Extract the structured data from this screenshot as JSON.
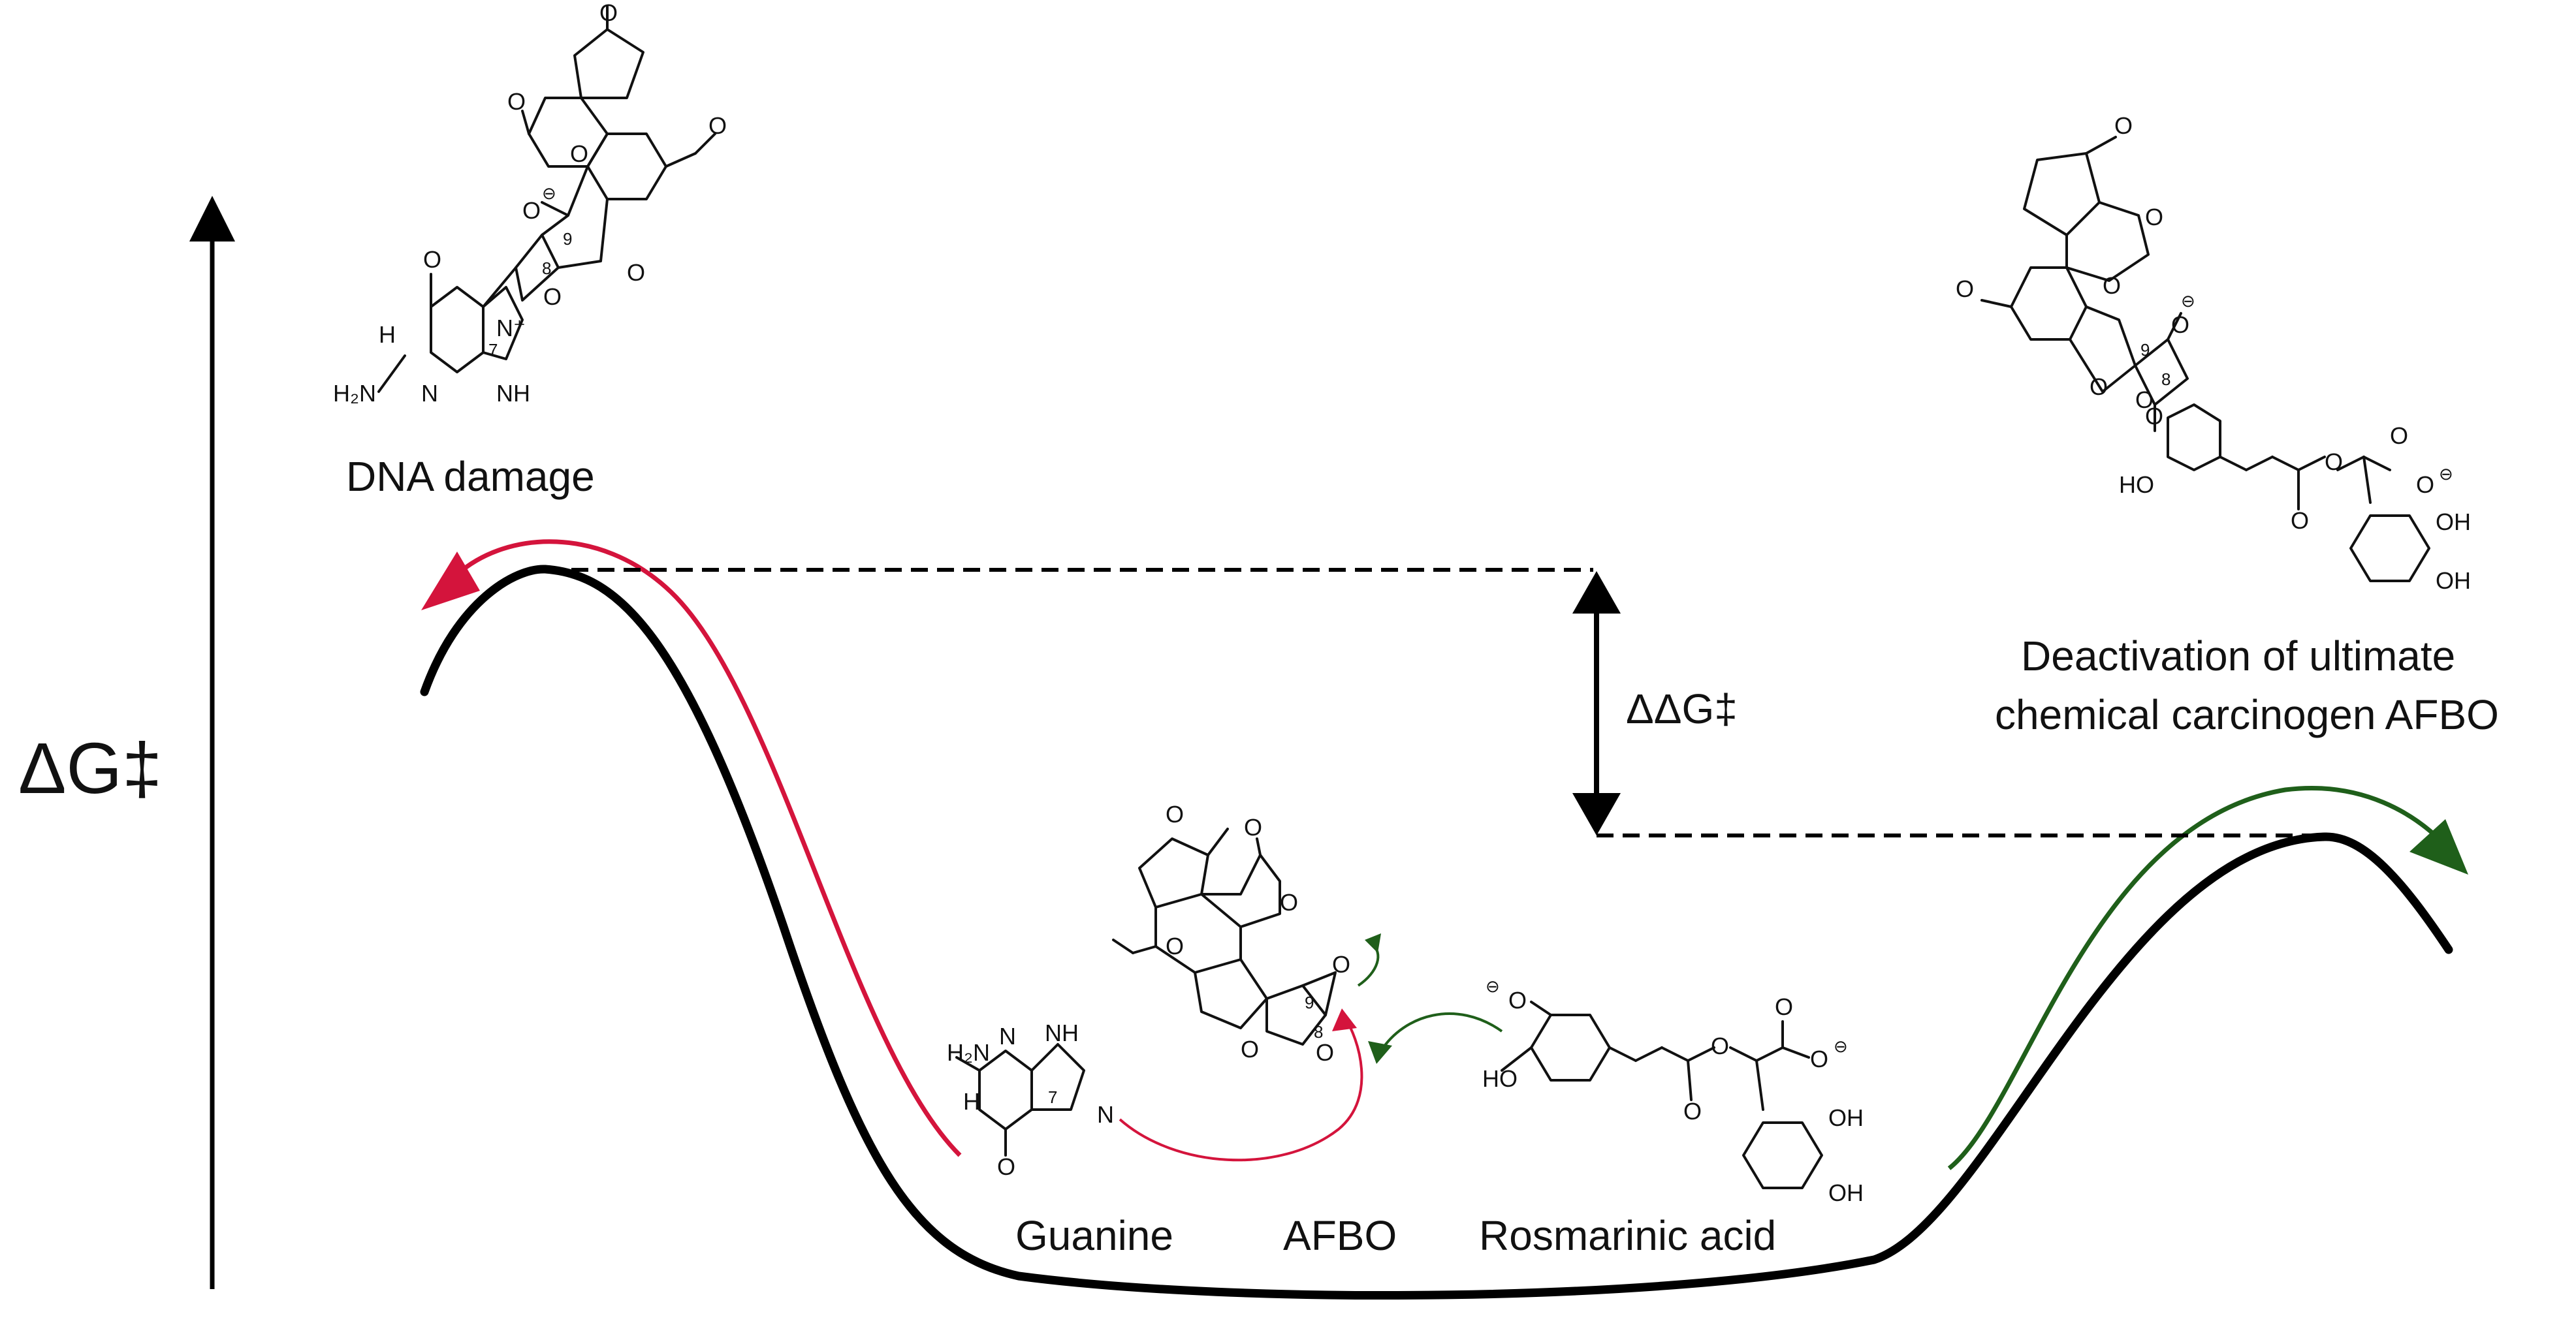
{
  "axis": {
    "y_label": "ΔG‡"
  },
  "annotations": {
    "ddg_label": "ΔΔG‡",
    "dna_damage": "DNA damage",
    "deactivation_line1": "Deactivation of ultimate",
    "deactivation_line2": "chemical carcinogen AFBO"
  },
  "species": {
    "guanine": "Guanine",
    "afbo": "AFBO",
    "rosmarinic_acid": "Rosmarinic acid"
  },
  "atom_labels": {
    "O": "O",
    "OMe": "O",
    "HN": "H",
    "N": "N",
    "NH": "NH",
    "H2N": "H₂N",
    "Nplus": "N⁺",
    "HO": "HO",
    "OH": "OH",
    "minus": "⊖",
    "n7": "7",
    "n8": "8",
    "n9": "9"
  },
  "colors": {
    "profile": "#000000",
    "dna_arrow": "#d4143c",
    "deactivation_arrow": "#1f5f1a",
    "dashed": "#000000"
  }
}
